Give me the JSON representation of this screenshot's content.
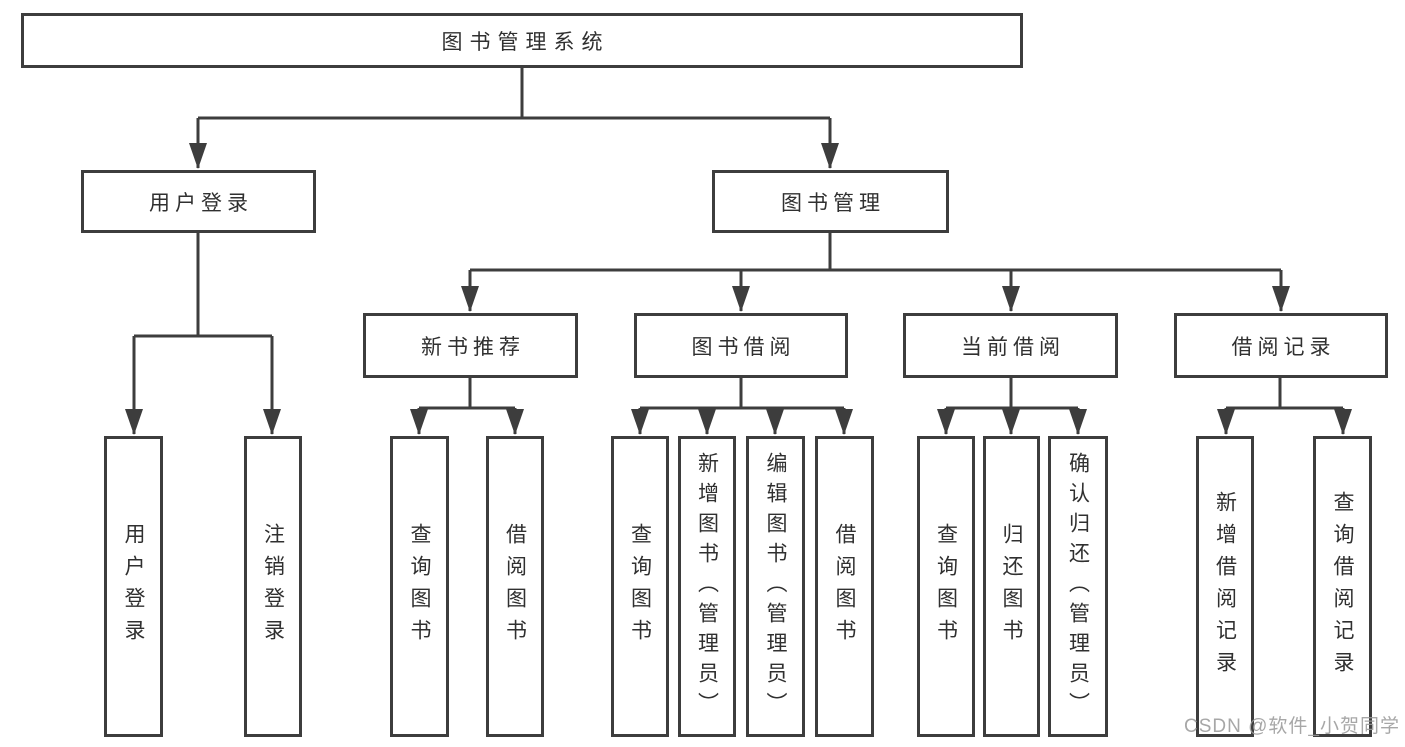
{
  "diagram": {
    "root": "图书管理系统",
    "groups": [
      {
        "label": "用户登录",
        "children": [
          "用户登录",
          "注销登录"
        ]
      },
      {
        "label": "图书管理",
        "sections": [
          {
            "label": "新书推荐",
            "children": [
              "查询图书",
              "借阅图书"
            ]
          },
          {
            "label": "图书借阅",
            "children": [
              "查询图书",
              "新增图书（管理员）",
              "编辑图书（管理员）",
              "借阅图书"
            ]
          },
          {
            "label": "当前借阅",
            "children": [
              "查询图书",
              "归还图书",
              "确认归还（管理员）"
            ]
          },
          {
            "label": "借阅记录",
            "children": [
              "新增借阅记录",
              "查询借阅记录"
            ]
          }
        ]
      }
    ],
    "watermark": "CSDN @软件_小贺同学",
    "colors": {
      "line": "#3d3d3d",
      "text": "#303030",
      "watermark": "#9b9b9b",
      "background": "#ffffff"
    }
  }
}
